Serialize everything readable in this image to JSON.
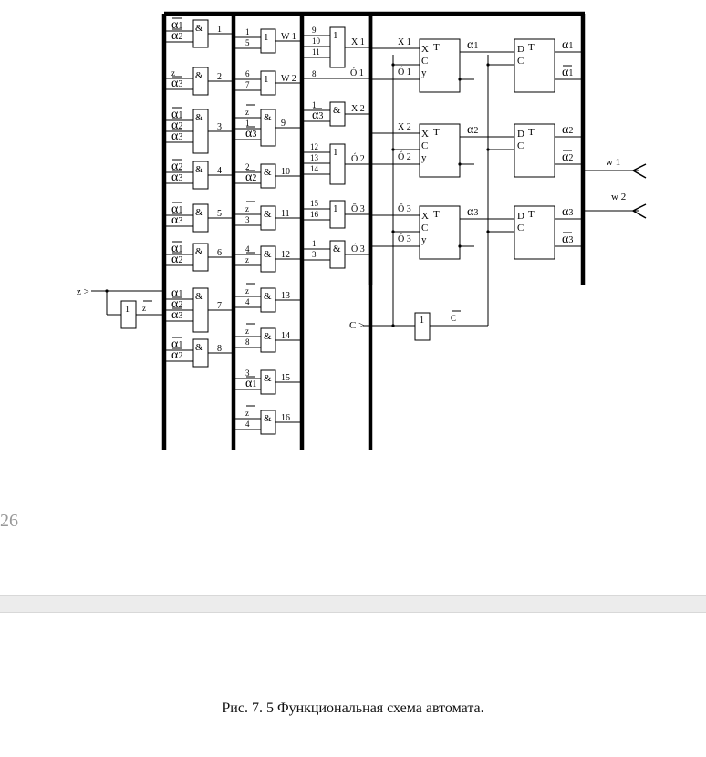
{
  "page_number": "26",
  "caption": "Рис. 7. 5 Функциональная схема автомата.",
  "colors": {
    "ink": "#000000",
    "page_number": "#999999",
    "break_bar": "#ececec"
  },
  "diagram": {
    "sym": {
      "and": "&",
      "or": "1",
      "not": "1",
      "T": "T",
      "D": "D",
      "C": "C",
      "X": "X",
      "y": "y"
    },
    "inputs": {
      "z": "z",
      "c": "C"
    },
    "outputs": {
      "w1": "w 1",
      "w2": "w 2"
    },
    "inverter": {
      "label": "1",
      "out": "z"
    },
    "inverter_c": {
      "out": "C"
    },
    "col1": [
      {
        "in": [
          "α1",
          "α2"
        ],
        "num": "1"
      },
      {
        "in": [
          "z",
          "α3"
        ],
        "num": "2"
      },
      {
        "in": [
          "α1",
          "α2",
          "α3"
        ],
        "num": "3"
      },
      {
        "in": [
          "α2",
          "α3"
        ],
        "num": "4"
      },
      {
        "in": [
          "α1",
          "α3"
        ],
        "num": "5"
      },
      {
        "in": [
          "α1",
          "α2"
        ],
        "num": "6"
      },
      {
        "in": [
          "α1",
          "α2",
          "α3"
        ],
        "num": "7"
      },
      {
        "in": [
          "α1",
          "α2"
        ],
        "num": "8"
      }
    ],
    "col2": [
      {
        "in": [
          "1",
          "5"
        ],
        "out": "W 1"
      },
      {
        "in": [
          "6",
          "7"
        ],
        "out": "W 2"
      },
      {
        "in": [
          "z",
          "1",
          "α3"
        ],
        "num": "9"
      },
      {
        "in": [
          "2",
          "α2"
        ],
        "num": "10"
      },
      {
        "in": [
          "z",
          "3"
        ],
        "num": "11"
      },
      {
        "in": [
          "4",
          "z"
        ],
        "num": "12"
      },
      {
        "in": [
          "z",
          "4"
        ],
        "num": "13"
      },
      {
        "in": [
          "z",
          "8"
        ],
        "num": "14"
      },
      {
        "in": [
          "3",
          "α1"
        ],
        "num": "15"
      },
      {
        "in": [
          "z",
          "4"
        ],
        "num": "16"
      }
    ],
    "col3": [
      {
        "in": [
          "9",
          "10",
          "11"
        ],
        "out": "X 1"
      },
      {
        "in": [
          "8"
        ],
        "out": "Ó 1"
      },
      {
        "in": [
          "1",
          "α3"
        ],
        "out": "X 2"
      },
      {
        "in": [
          "12",
          "13",
          "14"
        ],
        "out": "Ó 2"
      },
      {
        "in": [
          "15",
          "16"
        ],
        "out": "Ō 3"
      },
      {
        "in": [
          "1",
          "3"
        ],
        "out": "Ó 3"
      }
    ],
    "tff": [
      {
        "in": [
          "X 1",
          "Ó 1"
        ],
        "out": "α1"
      },
      {
        "in": [
          "X 2",
          "Ó 2"
        ],
        "out": "α2"
      },
      {
        "in": [
          "Ō 3",
          "Ó 3"
        ],
        "out": "α3"
      }
    ],
    "dff": [
      {
        "out": [
          "α1",
          "α1"
        ]
      },
      {
        "out": [
          "α2",
          "α2"
        ]
      },
      {
        "out": [
          "α3",
          "α3"
        ]
      }
    ]
  }
}
